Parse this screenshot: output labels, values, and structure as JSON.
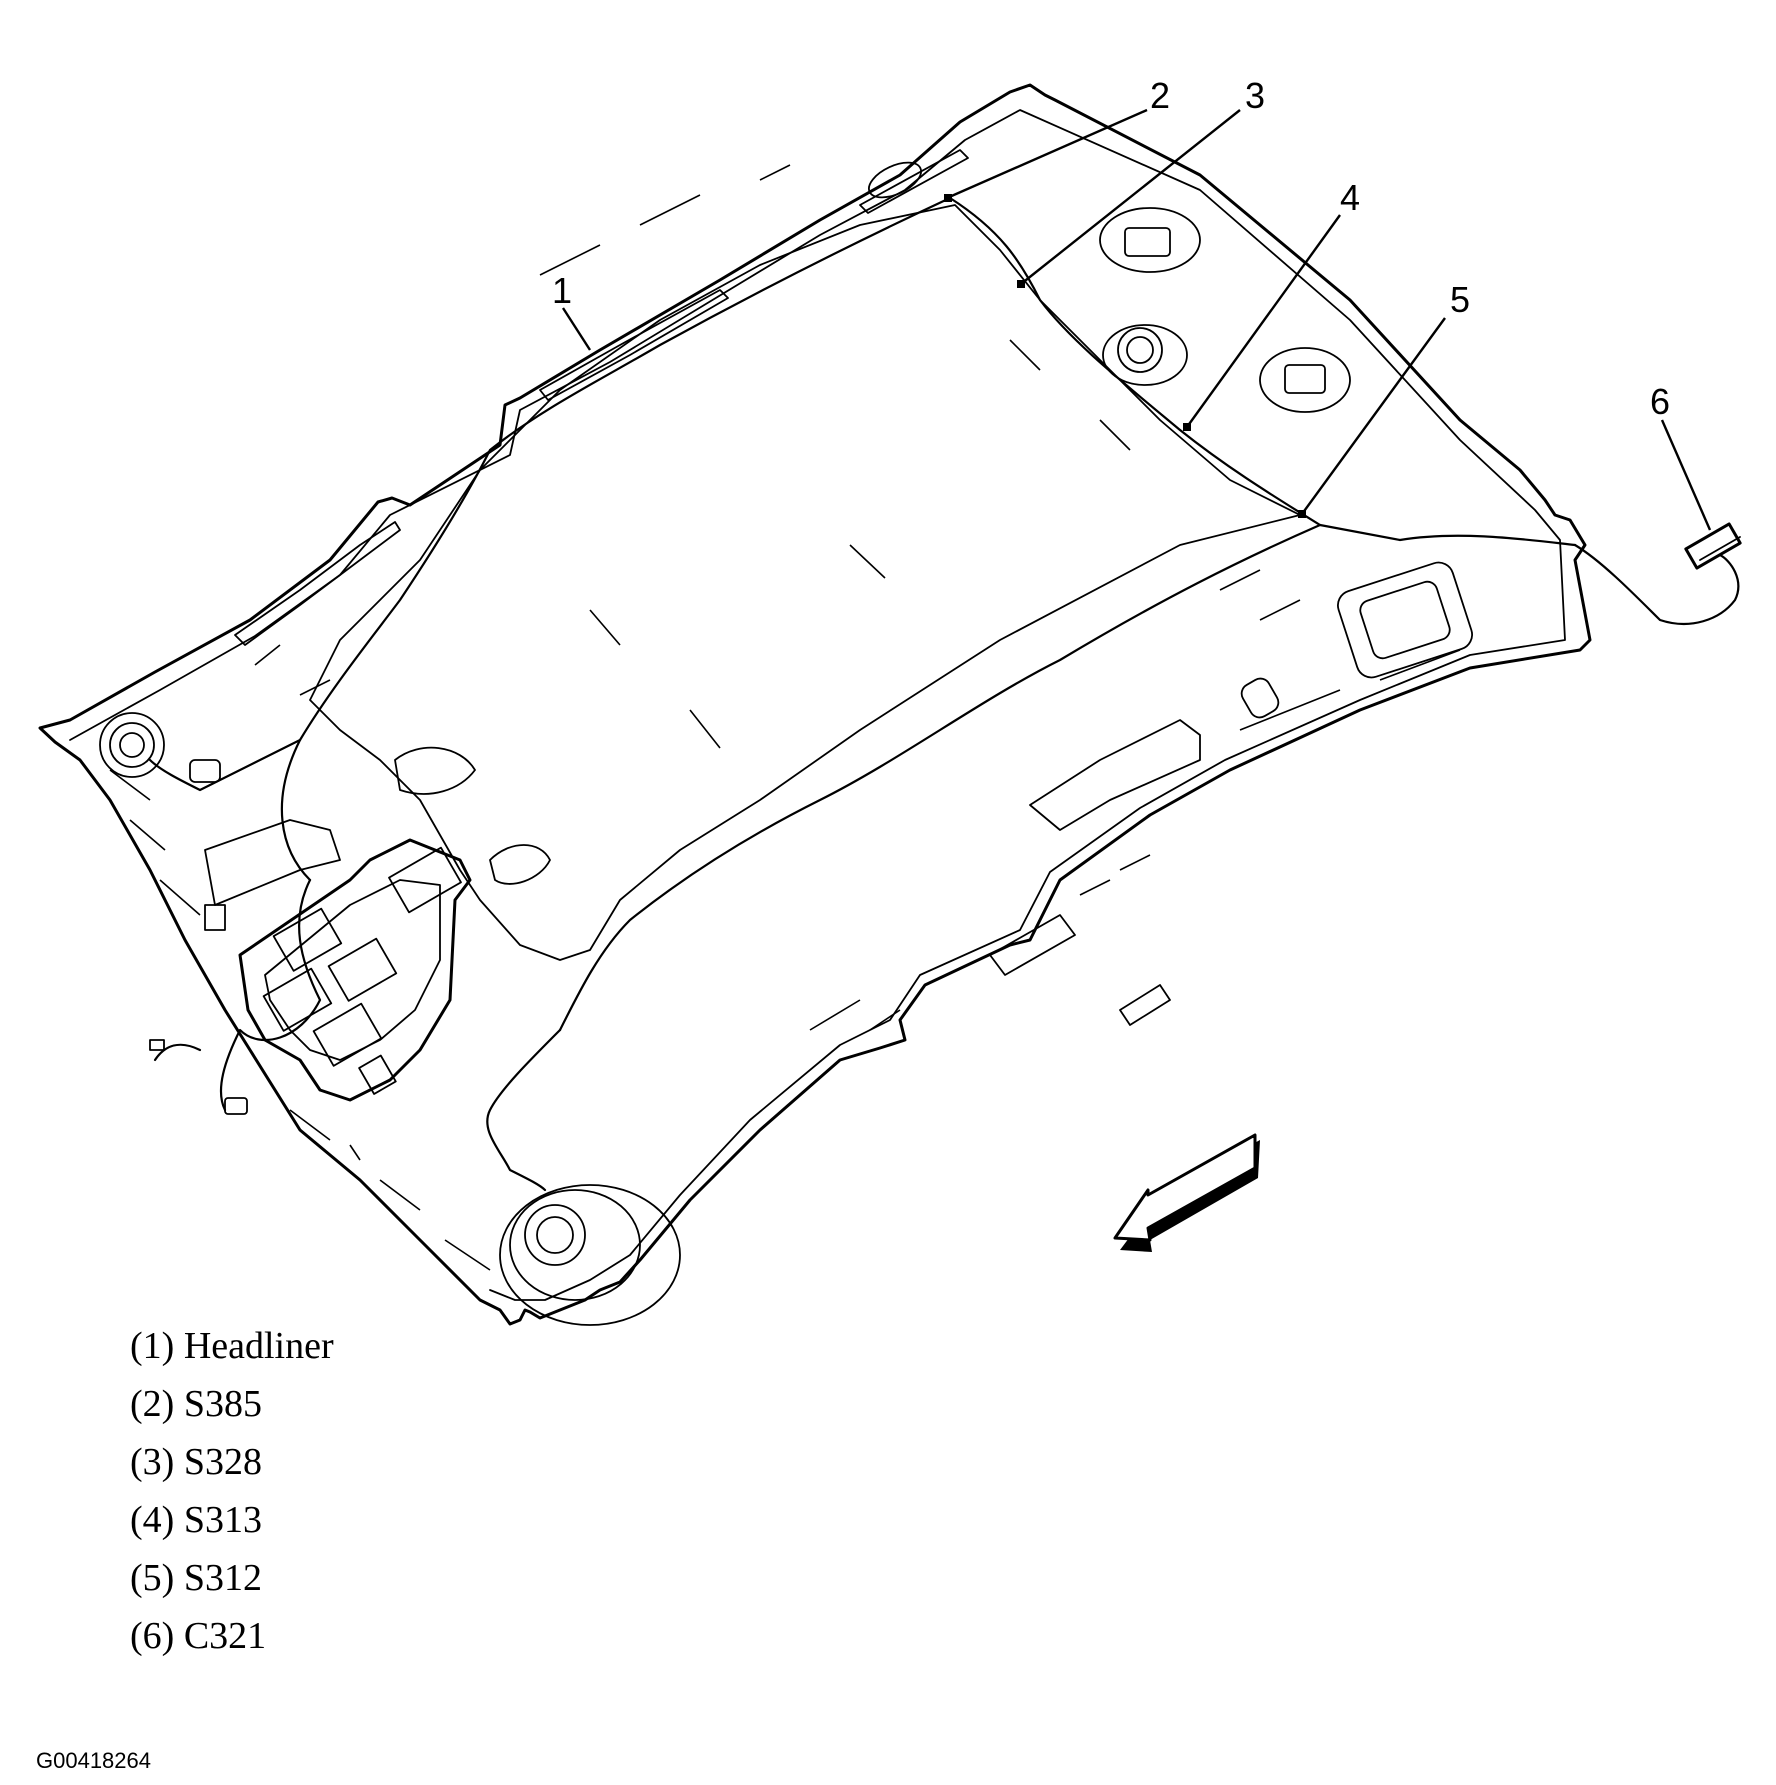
{
  "callouts": [
    {
      "num": "1",
      "name": "Headliner"
    },
    {
      "num": "2",
      "name": "S385"
    },
    {
      "num": "3",
      "name": "S328"
    },
    {
      "num": "4",
      "name": "S313"
    },
    {
      "num": "5",
      "name": "S312"
    },
    {
      "num": "6",
      "name": "C321"
    }
  ],
  "legend": [
    {
      "num": "(1)",
      "label": "Headliner"
    },
    {
      "num": "(2)",
      "label": "S385"
    },
    {
      "num": "(3)",
      "label": "S328"
    },
    {
      "num": "(4)",
      "label": "S313"
    },
    {
      "num": "(5)",
      "label": "S312"
    },
    {
      "num": "(6)",
      "label": "C321"
    }
  ],
  "figure_id": "G00418264",
  "direction_arrow_icon": "forward-direction-arrow-icon"
}
